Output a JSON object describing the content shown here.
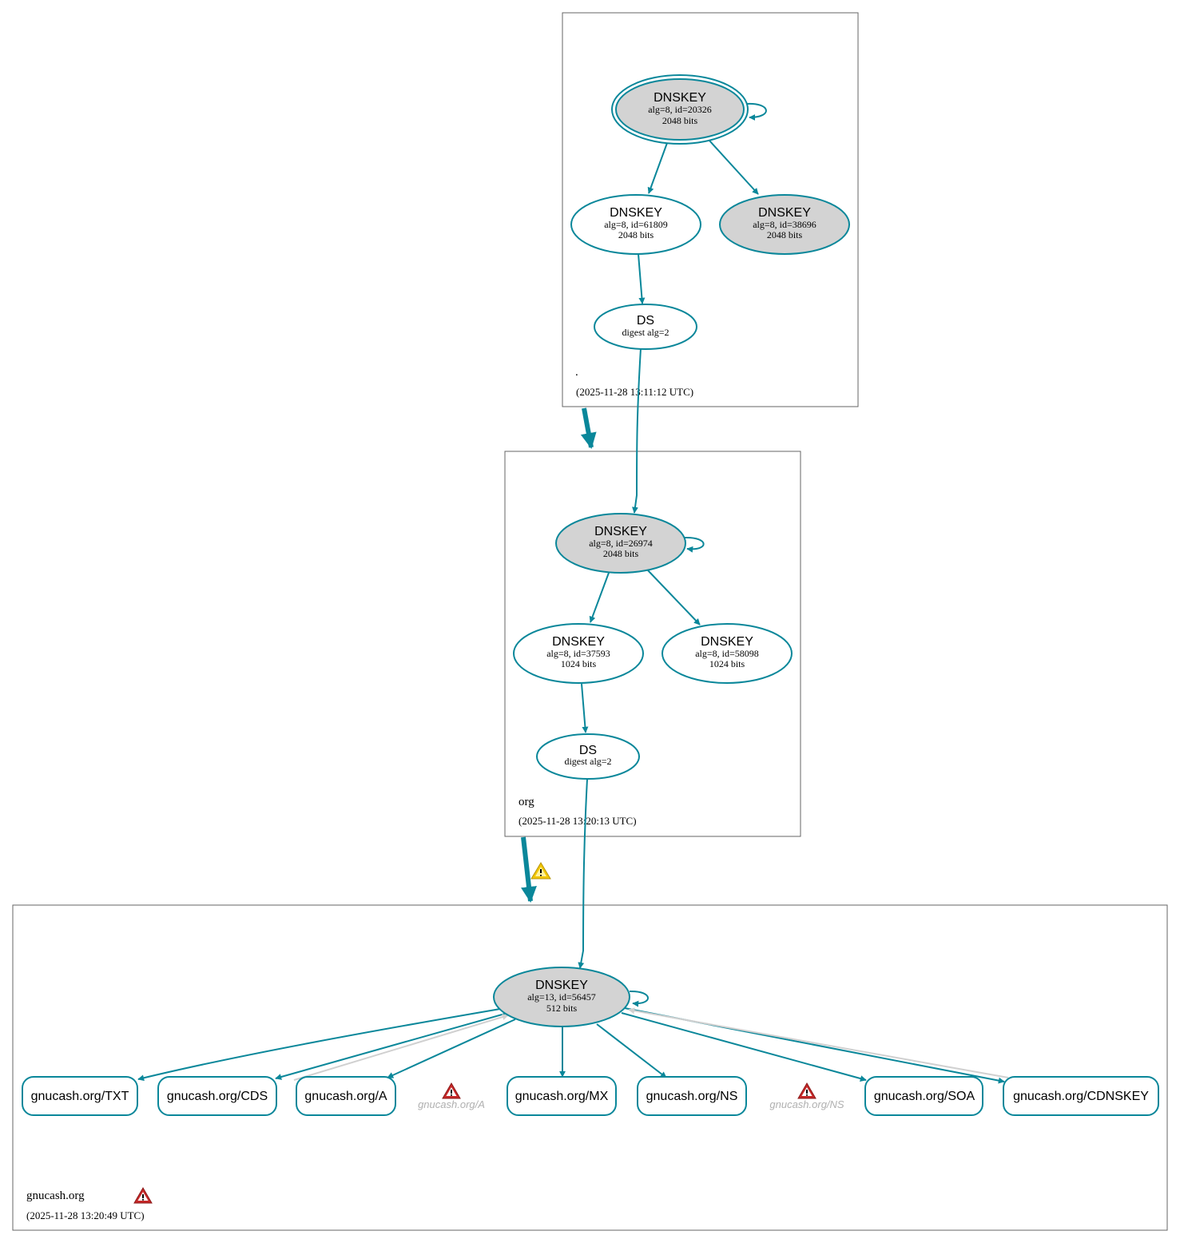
{
  "zones": {
    "root": {
      "name": ".",
      "timestamp": "(2025-11-28 13:11:12 UTC)"
    },
    "org": {
      "name": "org",
      "timestamp": "(2025-11-28 13:20:13 UTC)"
    },
    "gnucash": {
      "name": "gnucash.org",
      "timestamp": "(2025-11-28 13:20:49 UTC)"
    }
  },
  "nodes": {
    "root_ksk": {
      "title": "DNSKEY",
      "detail": "alg=8, id=20326",
      "size": "2048 bits"
    },
    "root_zsk1": {
      "title": "DNSKEY",
      "detail": "alg=8, id=61809",
      "size": "2048 bits"
    },
    "root_zsk2": {
      "title": "DNSKEY",
      "detail": "alg=8, id=38696",
      "size": "2048 bits"
    },
    "root_ds": {
      "title": "DS",
      "detail": "digest alg=2"
    },
    "org_ksk": {
      "title": "DNSKEY",
      "detail": "alg=8, id=26974",
      "size": "2048 bits"
    },
    "org_zsk1": {
      "title": "DNSKEY",
      "detail": "alg=8, id=37593",
      "size": "1024 bits"
    },
    "org_zsk2": {
      "title": "DNSKEY",
      "detail": "alg=8, id=58098",
      "size": "1024 bits"
    },
    "org_ds": {
      "title": "DS",
      "detail": "digest alg=2"
    },
    "gnucash_key": {
      "title": "DNSKEY",
      "detail": "alg=13, id=56457",
      "size": "512 bits"
    }
  },
  "records": {
    "txt": "gnucash.org/TXT",
    "cds": "gnucash.org/CDS",
    "a": "gnucash.org/A",
    "mx": "gnucash.org/MX",
    "ns": "gnucash.org/NS",
    "soa": "gnucash.org/SOA",
    "cdnskey": "gnucash.org/CDNSKEY"
  },
  "missing": {
    "a": "gnucash.org/A",
    "ns": "gnucash.org/NS"
  },
  "colors": {
    "accent": "#0a879a",
    "ksk_fill": "#d3d3d3",
    "warning": "#f2c500",
    "error": "#c62828",
    "inactive_edge": "#d0d0d0"
  }
}
